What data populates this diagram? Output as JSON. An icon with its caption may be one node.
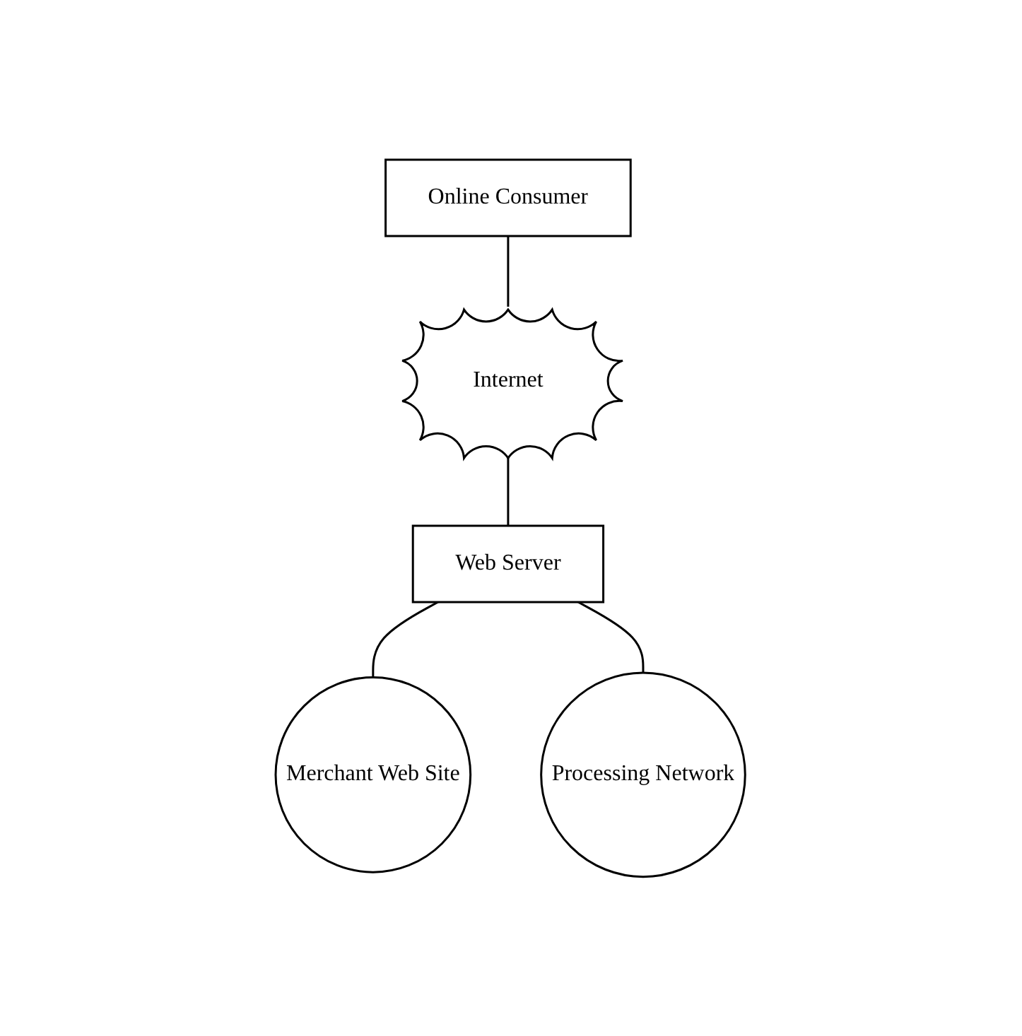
{
  "diagram": {
    "nodes": [
      {
        "text": [
          "Online Consumer"
        ]
      },
      {
        "text": [
          "Merchant Web Site"
        ]
      },
      {
        "text": [
          "Internet"
        ]
      },
      {
        "text": [
          "Web Server"
        ]
      },
      {
        "text": [
          "Processing Network"
        ]
      }
    ],
    "edges": [
      {
        "from": 0,
        "to": 2,
        "arrow": "none"
      },
      {
        "from": 2,
        "to": 3,
        "arrow": "none"
      },
      {
        "from": 3,
        "to": 1,
        "arrow": "none"
      },
      {
        "from": 3,
        "to": 4,
        "arrow": "none"
      }
    ]
  }
}
